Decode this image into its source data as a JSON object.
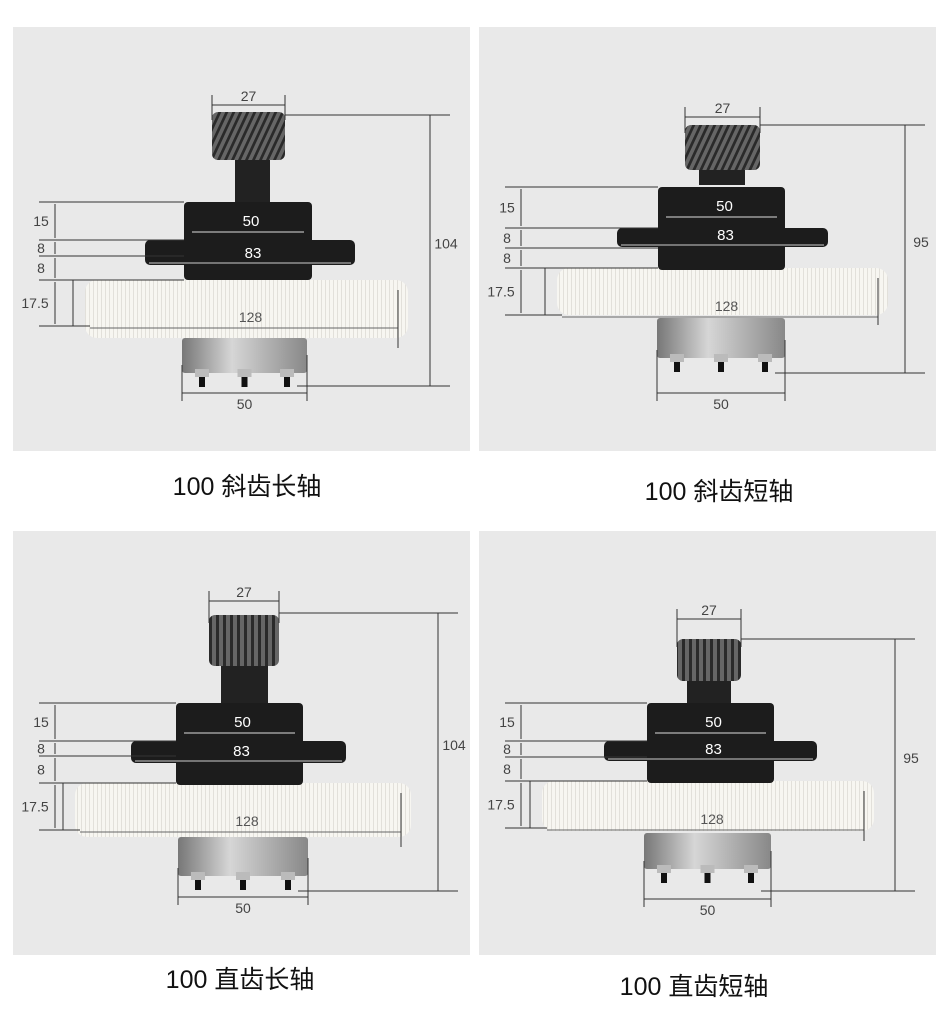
{
  "panels": [
    {
      "caption": "100 斜齿长轴",
      "gear_type": "helical",
      "dims": {
        "pinion_width": "27",
        "hub_diameter": "50",
        "flange_diameter": "83",
        "gear_diameter": "128",
        "base_width": "50",
        "total_height": "104",
        "hub_height": "15",
        "flange_height": "8",
        "gap_height": "8",
        "gear_height": "17.5"
      }
    },
    {
      "caption": "100 斜齿短轴",
      "gear_type": "helical",
      "dims": {
        "pinion_width": "27",
        "hub_diameter": "50",
        "flange_diameter": "83",
        "gear_diameter": "128",
        "base_width": "50",
        "total_height": "95",
        "hub_height": "15",
        "flange_height": "8",
        "gap_height": "8",
        "gear_height": "17.5"
      }
    },
    {
      "caption": "100 直齿长轴",
      "gear_type": "spur",
      "dims": {
        "pinion_width": "27",
        "hub_diameter": "50",
        "flange_diameter": "83",
        "gear_diameter": "128",
        "base_width": "50",
        "total_height": "104",
        "hub_height": "15",
        "flange_height": "8",
        "gap_height": "8",
        "gear_height": "17.5"
      }
    },
    {
      "caption": "100 直齿短轴",
      "gear_type": "spur",
      "dims": {
        "pinion_width": "27",
        "hub_diameter": "50",
        "flange_diameter": "83",
        "gear_diameter": "128",
        "base_width": "50",
        "total_height": "95",
        "hub_height": "15",
        "flange_height": "8",
        "gap_height": "8",
        "gear_height": "17.5"
      }
    }
  ],
  "colors": {
    "panel_bg": "#e9e9e9",
    "metal_black": "#1c1c1c",
    "nylon_white": "#f7f6f1",
    "dim_line": "#333333"
  }
}
